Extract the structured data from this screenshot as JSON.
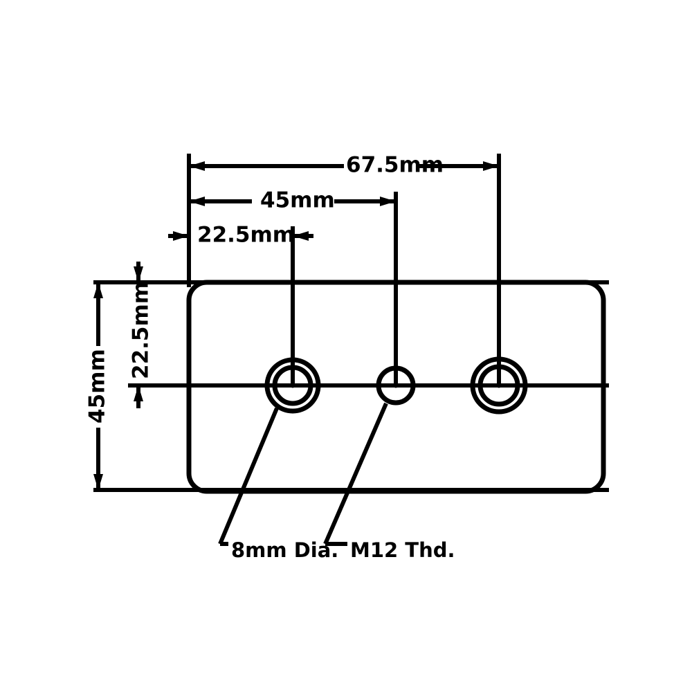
{
  "drawing": {
    "title": "Mounting Plate Dimensioned Drawing",
    "view": "front-view",
    "background_color": "#ffffff",
    "line_color": "#000000",
    "units": "mm"
  },
  "dimensions": {
    "horizontal": [
      {
        "id": "h-67-5",
        "label": "67.5mm",
        "value": 67.5,
        "from": "left-edge-datum",
        "to": "hole-3-center"
      },
      {
        "id": "h-45",
        "label": "45mm",
        "value": 45,
        "from": "left-edge-datum",
        "to": "hole-2-center"
      },
      {
        "id": "h-22-5",
        "label": "22.5mm",
        "value": 22.5,
        "from": "left-edge-datum",
        "to": "hole-1-center"
      }
    ],
    "vertical": [
      {
        "id": "v-45",
        "label": "45mm",
        "value": 45,
        "from": "plate-top",
        "to": "plate-bottom"
      },
      {
        "id": "v-22-5",
        "label": "22.5mm",
        "value": 22.5,
        "from": "plate-top",
        "to": "hole-centerline"
      }
    ]
  },
  "callouts": [
    {
      "id": "callout-hole-dia",
      "label": "8mm Dia.",
      "points_to": "hole-1-counterbore"
    },
    {
      "id": "callout-thread",
      "label": "M12 Thd.",
      "points_to": "hole-2-thread"
    }
  ],
  "features": {
    "plate": {
      "name": "mounting-plate",
      "corner": "rounded",
      "width_mm": 90,
      "height_mm": 45
    },
    "holes": [
      {
        "id": "hole-1",
        "type": "counterbored",
        "label": "8mm Dia."
      },
      {
        "id": "hole-2",
        "type": "through-thread",
        "label": "M12 Thd."
      },
      {
        "id": "hole-3",
        "type": "counterbored",
        "label": "8mm Dia."
      }
    ]
  }
}
